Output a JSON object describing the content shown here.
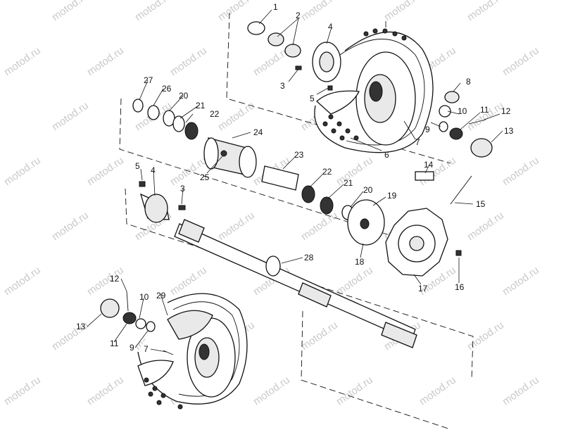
{
  "watermark": {
    "text": "motod.ru",
    "color": "#c9c9c9"
  },
  "callouts": {
    "c1": "1",
    "c2": "2",
    "c3a": "3",
    "c4a": "4",
    "c5a": "5",
    "c6": "6",
    "c7a": "7",
    "c8": "8",
    "c9a": "9",
    "c10a": "10",
    "c11a": "11",
    "c12a": "12",
    "c13a": "13",
    "c14": "14",
    "c15": "15",
    "c16": "16",
    "c17": "17",
    "c18": "18",
    "c19": "19",
    "c20a": "20",
    "c21a": "21",
    "c22a": "22",
    "c23": "23",
    "c24": "24",
    "c25": "25",
    "c26": "26",
    "c27": "27",
    "c5b": "5",
    "c4b": "4",
    "c3b": "3",
    "c22b": "22",
    "c21b": "21",
    "c20b": "20",
    "c28": "28",
    "c12b": "12",
    "c10b": "10",
    "c29": "29",
    "c13b": "13",
    "c11b": "11",
    "c9b": "9",
    "c7b": "7"
  }
}
